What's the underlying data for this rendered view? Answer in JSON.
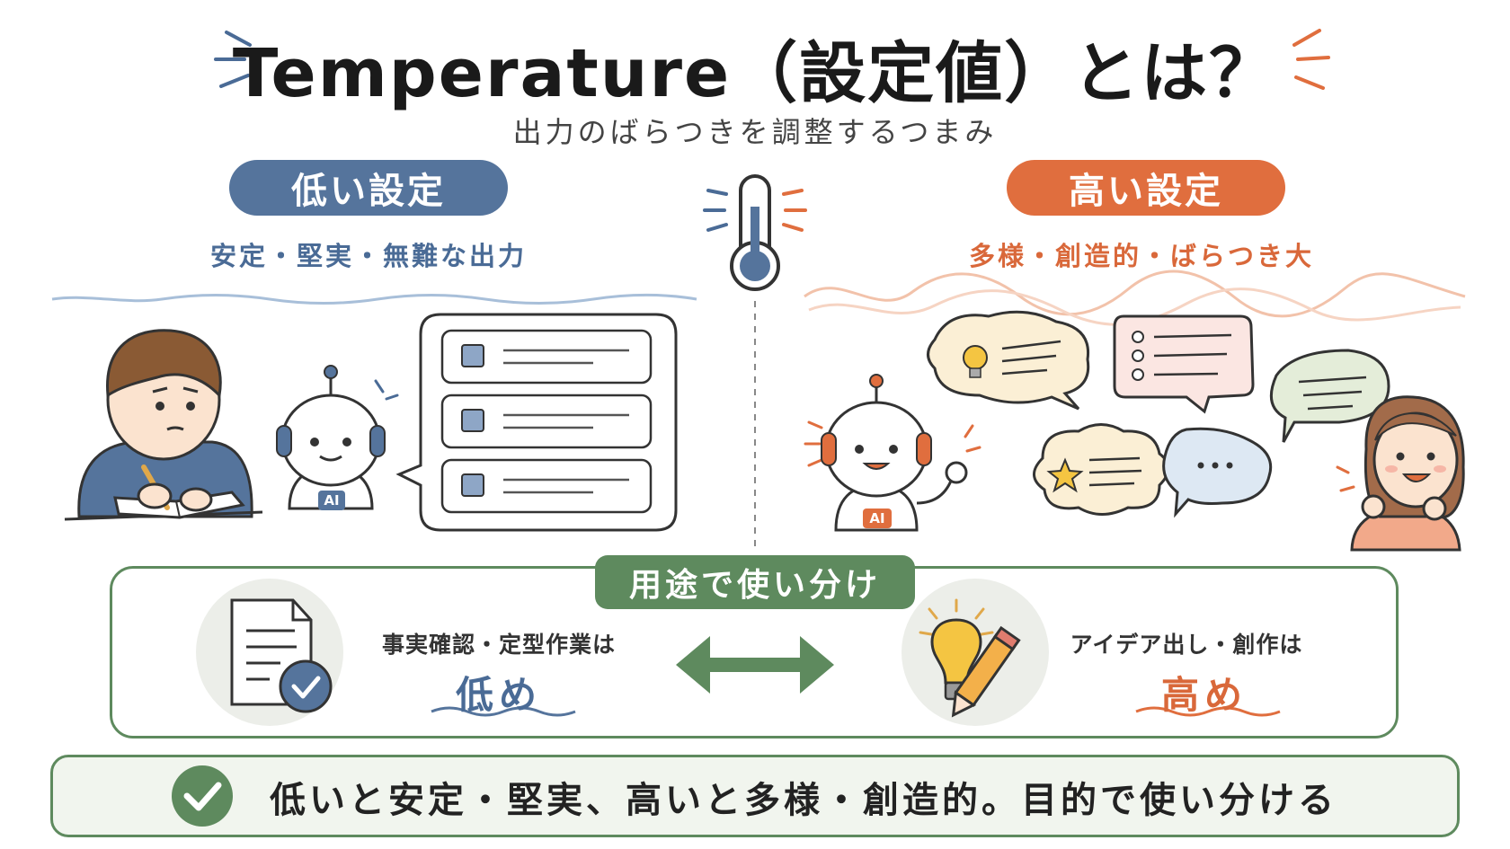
{
  "header": {
    "title": "Temperature（設定値）とは？",
    "subtitle": "出力のばらつきを調整するつまみ"
  },
  "low": {
    "label": "低い設定",
    "description": "安定・堅実・無難な出力",
    "robot_badge": "AI"
  },
  "high": {
    "label": "高い設定",
    "description": "多様・創造的・ばらつき大",
    "robot_badge": "AI"
  },
  "usage": {
    "label": "用途で使い分け",
    "low_text": "事実確認・定型作業は",
    "low_value": "低め",
    "high_text": "アイデア出し・創作は",
    "high_value": "高め"
  },
  "summary": {
    "text": "低いと安定・堅実、高いと多様・創造的。目的で使い分ける"
  },
  "colors": {
    "low_accent": "#55749c",
    "high_accent": "#e06e3e",
    "green": "#5e8a5e"
  }
}
